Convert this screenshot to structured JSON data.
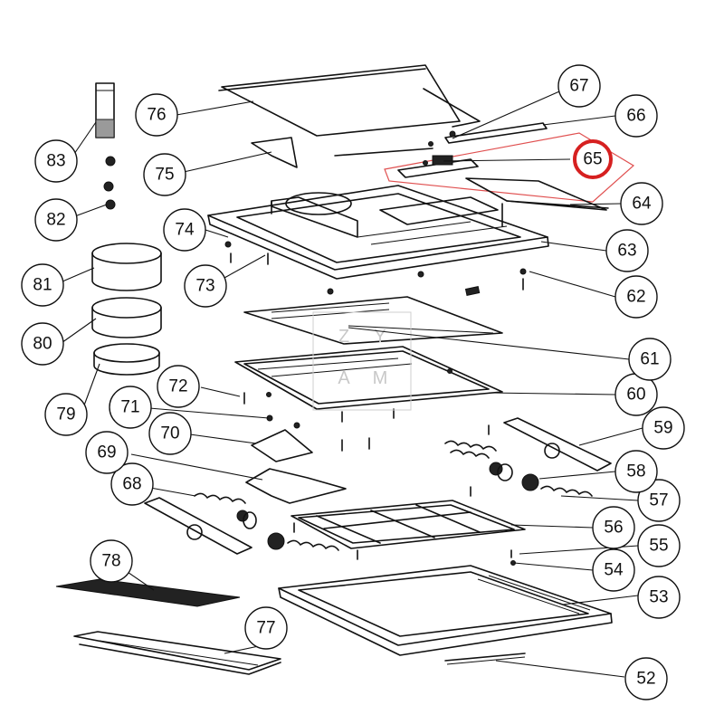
{
  "diagram": {
    "highlighted_part": "65",
    "highlight_color": "#d62020",
    "watermark_letters": [
      "Z",
      "Y",
      "A",
      "M"
    ],
    "callouts": [
      {
        "id": "52",
        "label": "52"
      },
      {
        "id": "53",
        "label": "53"
      },
      {
        "id": "54",
        "label": "54"
      },
      {
        "id": "55",
        "label": "55"
      },
      {
        "id": "56",
        "label": "56"
      },
      {
        "id": "57",
        "label": "57"
      },
      {
        "id": "58",
        "label": "58"
      },
      {
        "id": "59",
        "label": "59"
      },
      {
        "id": "60",
        "label": "60"
      },
      {
        "id": "61",
        "label": "61"
      },
      {
        "id": "62",
        "label": "62"
      },
      {
        "id": "63",
        "label": "63"
      },
      {
        "id": "64",
        "label": "64"
      },
      {
        "id": "65",
        "label": "65"
      },
      {
        "id": "66",
        "label": "66"
      },
      {
        "id": "67",
        "label": "67"
      },
      {
        "id": "68",
        "label": "68"
      },
      {
        "id": "69",
        "label": "69"
      },
      {
        "id": "70",
        "label": "70"
      },
      {
        "id": "71",
        "label": "71"
      },
      {
        "id": "72",
        "label": "72"
      },
      {
        "id": "73",
        "label": "73"
      },
      {
        "id": "74",
        "label": "74"
      },
      {
        "id": "75",
        "label": "75"
      },
      {
        "id": "76",
        "label": "76"
      },
      {
        "id": "77",
        "label": "77"
      },
      {
        "id": "78",
        "label": "78"
      },
      {
        "id": "79",
        "label": "79"
      },
      {
        "id": "80",
        "label": "80"
      },
      {
        "id": "81",
        "label": "81"
      },
      {
        "id": "82",
        "label": "82"
      },
      {
        "id": "83",
        "label": "83"
      }
    ]
  }
}
